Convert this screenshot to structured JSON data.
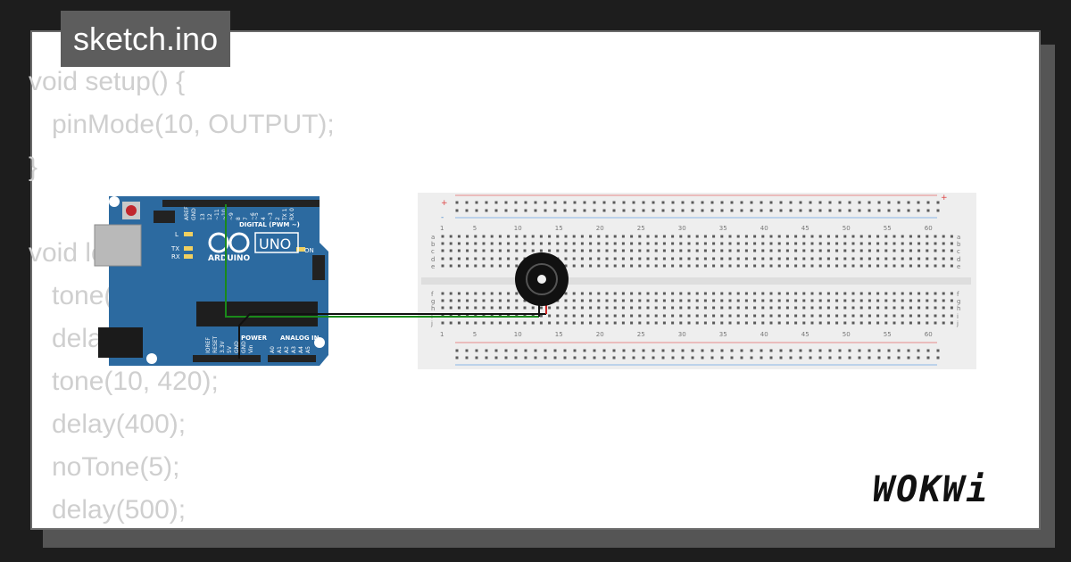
{
  "file_tab": {
    "label": "sketch.ino"
  },
  "code_lines": [
    {
      "text": "void setup() {",
      "indent": false
    },
    {
      "text": "pinMode(10, OUTPUT);",
      "indent": true
    },
    {
      "text": "}",
      "indent": false
    },
    {
      "text": "",
      "indent": false
    },
    {
      "text": "void loop() {",
      "indent": false
    },
    {
      "text": "tone(10, 220);",
      "indent": true
    },
    {
      "text": "delay(400);",
      "indent": true
    },
    {
      "text": "tone(10, 420);",
      "indent": true
    },
    {
      "text": "delay(400);",
      "indent": true
    },
    {
      "text": "noTone(5);",
      "indent": true
    },
    {
      "text": "delay(500);",
      "indent": true
    }
  ],
  "arduino": {
    "brand": "ARDUINO",
    "model": "UNO",
    "digital_label": "DIGITAL (PWM ~)",
    "power_label": "POWER",
    "analog_label": "ANALOG IN",
    "on_label": "ON",
    "l_label": "L",
    "tx_label": "TX",
    "rx_label": "RX",
    "aref_label": "AREF",
    "gnd_label": "GND",
    "top_pins": [
      "13",
      "12",
      "~11",
      "~10",
      "~9",
      "8",
      "7",
      "~6",
      "~5",
      "4",
      "~3",
      "2",
      "TX 1",
      "RX 0"
    ],
    "power_pins": [
      "IOREF",
      "RESET",
      "3.3V",
      "5V",
      "GND",
      "GND",
      "Vin"
    ],
    "analog_pins": [
      "A0",
      "A1",
      "A2",
      "A3",
      "A4",
      "A5"
    ],
    "board_color": "#2c6aa0"
  },
  "breadboard": {
    "col_numbers": [
      "1",
      "5",
      "10",
      "15",
      "20",
      "25",
      "30",
      "35",
      "40",
      "45",
      "50",
      "55",
      "60"
    ],
    "top_rows": [
      "a",
      "b",
      "c",
      "d",
      "e"
    ],
    "bottom_rows": [
      "f",
      "g",
      "h",
      "i",
      "j"
    ],
    "plus_label": "+",
    "minus_label": "-"
  },
  "wires": {
    "signal_color": "#1a8a1a",
    "ground_color": "#111111",
    "buzzer_lead_color": "#cc2222"
  },
  "logo": {
    "text": "WOKWi"
  }
}
